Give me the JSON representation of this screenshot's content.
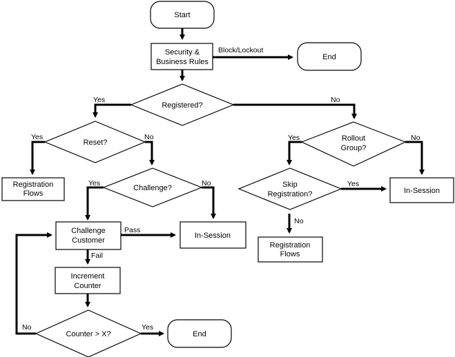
{
  "nodes": {
    "start": "Start",
    "security_rules": [
      "Security &",
      "Business Rules"
    ],
    "end_top": "End",
    "registered": "Registered?",
    "reset": "Reset?",
    "registration_flows_left": [
      "Registration",
      "Flows"
    ],
    "challenge_decision": "Challenge?",
    "challenge_customer": [
      "Challenge",
      "Customer"
    ],
    "in_session_left": "In-Session",
    "increment_counter": [
      "Increment",
      "Counter"
    ],
    "counter_decision": "Counter > X?",
    "end_bottom": "End",
    "rollout_group": [
      "Rollout",
      "Group?"
    ],
    "skip_registration": [
      "Skip",
      "Registration?"
    ],
    "in_session_right": "In-Session",
    "registration_flows_right": [
      "Registration",
      "Flows"
    ]
  },
  "edges": {
    "block_lockout": "Block/Lockout",
    "registered_yes": "Yes",
    "registered_no": "No",
    "reset_yes": "Yes",
    "reset_no": "No",
    "challenge_yes": "Yes",
    "challenge_no": "No",
    "pass": "Pass",
    "fail": "Fail",
    "counter_no": "No",
    "counter_yes": "Yes",
    "rollout_yes": "Yes",
    "rollout_no": "No",
    "skip_yes": "Yes",
    "skip_no": "No"
  }
}
